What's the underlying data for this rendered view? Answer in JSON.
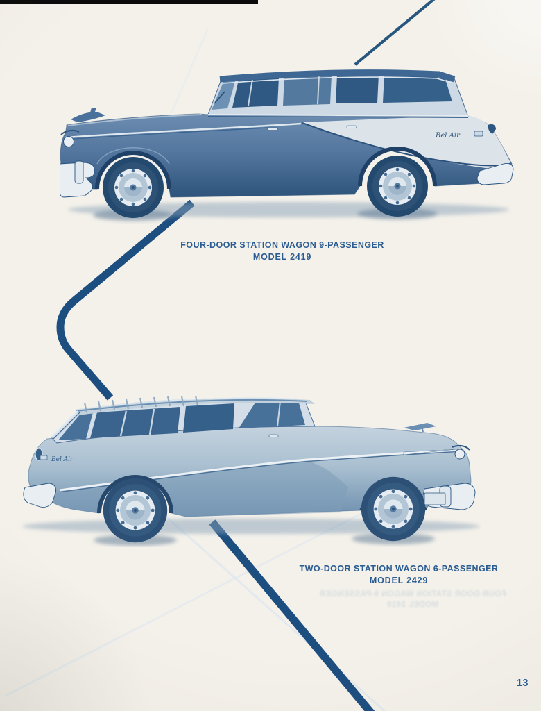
{
  "page": {
    "number": "13",
    "paper_color": "#f4f1ea",
    "accent_line_color": "#1d4e80",
    "caption_text_color": "#2a5c92"
  },
  "figures": [
    {
      "caption_line1": "FOUR-DOOR STATION WAGON 9-PASSENGER",
      "caption_line2": "MODEL 2419",
      "emblem_script": "Bel Air",
      "facing": "left"
    },
    {
      "caption_line1": "TWO-DOOR STATION WAGON 6-PASSENGER",
      "caption_line2": "MODEL 2429",
      "emblem_script": "Bel Air",
      "facing": "right"
    }
  ]
}
